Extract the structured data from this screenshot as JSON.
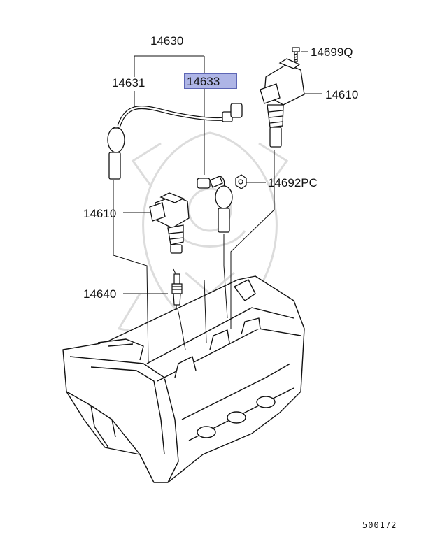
{
  "callouts": {
    "assembly": "14630",
    "cable_left": "14631",
    "cable_selected": "14633",
    "bolt": "14699Q",
    "coil_right": "14610",
    "nut": "14692PC",
    "coil_left": "14610",
    "spark_plug": "14640"
  },
  "doc_number": "500172",
  "colors": {
    "highlight_fill": "#aeb5e6",
    "highlight_border": "#5d66b5",
    "line": "#111111",
    "watermark": "#dcdcdc"
  }
}
